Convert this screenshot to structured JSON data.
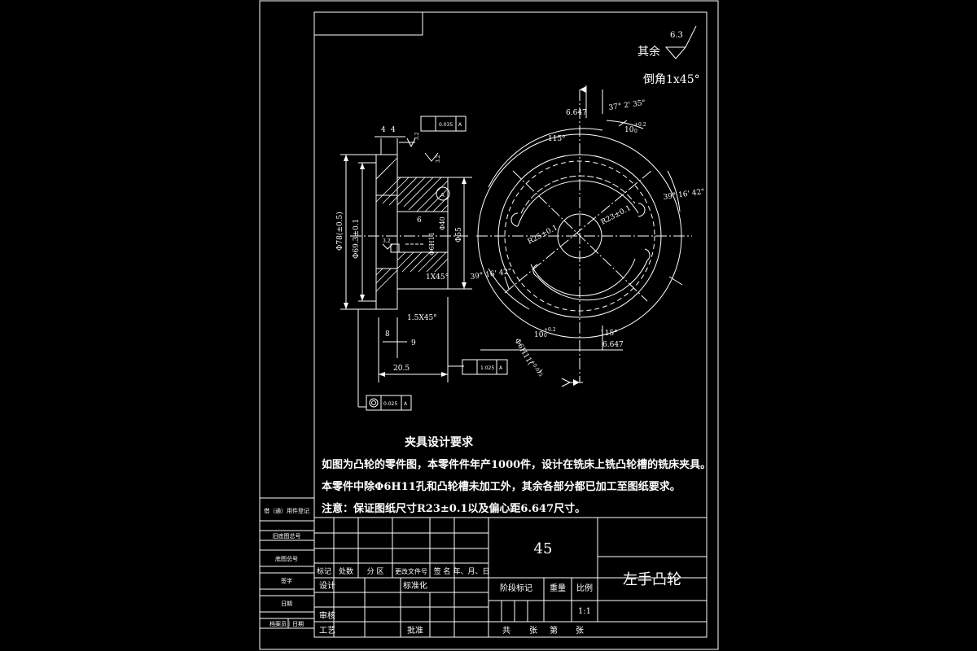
{
  "surface_finish": {
    "label": "其余",
    "value": "6.3"
  },
  "chamfer_note": "倒角1x45°",
  "dimensions": {
    "d_6647_top": "6.647",
    "angle_37": "37° 2' 35\"",
    "tol_10_top": "10",
    "tol_10_top_sup": "+0.2",
    "tol_10_top_sub": "0",
    "angle_115_top": "115°",
    "angle_39_right": "39° 16' 42\"",
    "r23": "R23±0.1",
    "r25": "R25±0.1",
    "angle_39_left": "39° 16' 42\"",
    "tol_10_bottom": "10",
    "tol_10_bottom_sup": "+0.2",
    "tol_10_bottom_sub": "0",
    "angle_115_bottom": "115°",
    "d_6647_bottom": "6.647",
    "bore_h11": "Φ6H11(",
    "bore_h11_tol": "+0.075",
    "bore_h11_end": ")",
    "s4a": "4",
    "s4b": "4",
    "rough_left": "3.2",
    "rough_right": "3.2",
    "rough_mid": "3.2",
    "runout_top": "0.035",
    "runout_bottom": "1.025",
    "concentric": "0.025",
    "od": "Φ78(±0.5)",
    "d_boss": "Φ69.3±0.1",
    "d_55": "Φ55",
    "d_40": "Φ40",
    "d_6": "6",
    "d_hole": "Φ6H11",
    "chamfer_1x45": "1X45°",
    "chamfer_15x45": "1.5X45°",
    "d_8": "8",
    "d_9": "9",
    "d_205": "20.5",
    "datum_a": "A",
    "datum_b": "A",
    "datum_c": "A",
    "datum_d": "A"
  },
  "requirements": {
    "title": "夹具设计要求",
    "line1": "如图为凸轮的零件图，本零件件年产1000件，设计在铣床上铣凸轮槽的铣床夹具。",
    "line2": "本零件中除Φ6H11孔和凸轮槽未加工外，其余各部分都已加工至图纸要求。",
    "line3": "注意：保证图纸尺寸R23±0.1以及偏心距6.647尺寸。"
  },
  "side_table": [
    "借（通）用件登记",
    "旧底图总号",
    "底图总号",
    "签字",
    "日期",
    "档案员｜日期"
  ],
  "title_block": {
    "material": "45",
    "part_name": "左手凸轮",
    "col_headers": [
      "标记",
      "处数",
      "分 区",
      "更改文件号",
      "签 名",
      "年、月、日"
    ],
    "design": "设计",
    "standardize": "标准化",
    "review": "审核",
    "process": "工艺",
    "approve": "批准",
    "stage_mark": "阶段标记",
    "weight": "重量",
    "scale_label": "比例",
    "scale_value": "1:1",
    "sheets_total_label": "共",
    "sheets_unit1": "张",
    "sheets_num_label": "第",
    "sheets_unit2": "张"
  }
}
